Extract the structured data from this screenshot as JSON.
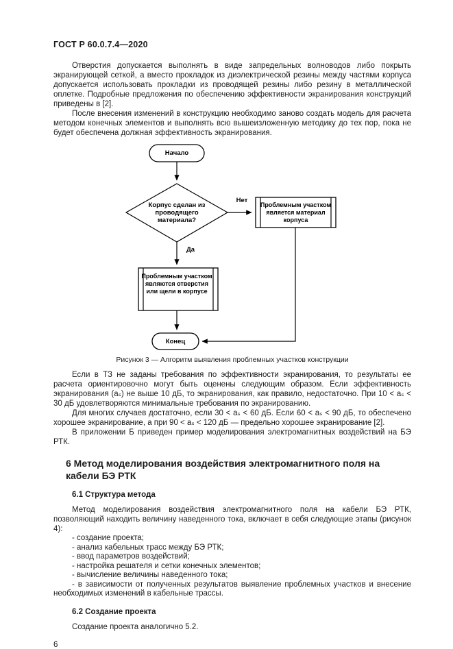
{
  "page": {
    "header": "ГОСТ Р 60.0.7.4—2020",
    "page_number": "6"
  },
  "paragraphs": {
    "p1": "Отверстия допускается выполнять в виде запредельных волноводов либо покрыть экранирующей сеткой, а вместо прокладок из диэлектрической резины между частями корпуса допускается использовать прокладки из проводящей резины либо резину в металлической оплетке. Подробные предложения по обеспечению эффективности экранирования конструкций приведены в [2].",
    "p2": "После внесения изменений в конструкцию необходимо заново создать модель для расчета методом конечных элементов и выполнять всю вышеизложенную методику до тех пор, пока не будет обеспечена должная эффективность экранирования.",
    "p3": "Если в ТЗ не заданы требования по эффективности экранирования, то результаты ее расчета ориентировочно могут быть оценены следующим образом. Если эффективность экранирования (aₛ) не выше 10 дБ, то экранирования, как правило, недостаточно. При 10 < aₛ < 30 дБ удовлетворяются минимальные требования по экранированию.",
    "p4": "Для многих случаев достаточно, если 30 < aₛ < 60 дБ. Если 60 < aₛ < 90 дБ, то обеспечено хорошее экранирование, а при 90 < aₛ < 120 дБ — предельно хорошее экранирование [2].",
    "p5": "В приложении Б приведен пример моделирования электромагнитных воздействий на БЭ РТК."
  },
  "figure": {
    "caption": "Рисунок 3 — Алгоритм выявления проблемных участков конструкции",
    "nodes": {
      "start": "Начало",
      "decision": "Корпус сделан из проводящего материала?",
      "no_label": "Нет",
      "yes_label": "Да",
      "box_material": "Проблемным участком является материал корпуса",
      "box_holes": "Проблемным участком являются отверстия или щели в корпусе",
      "end": "Конец"
    }
  },
  "section6": {
    "title": "6 Метод моделирования воздействия электромагнитного поля на кабели БЭ РТК",
    "s61": {
      "title": "6.1 Структура метода",
      "intro": "Метод моделирования воздействия электромагнитного поля на кабели БЭ РТК, позволяющий находить величину наведенного тока, включает в себя следующие этапы (рисунок 4):",
      "items": [
        "- создание проекта;",
        "- анализ кабельных трасс между БЭ РТК;",
        "- ввод параметров воздействий;",
        "- настройка решателя и сетки конечных элементов;",
        "- вычисление величины наведенного тока;",
        "- в зависимости от полученных результатов выявление проблемных участков и внесение необходимых изменений в кабельные трассы."
      ]
    },
    "s62": {
      "title": "6.2 Создание проекта",
      "body": "Создание проекта аналогично 5.2."
    }
  }
}
